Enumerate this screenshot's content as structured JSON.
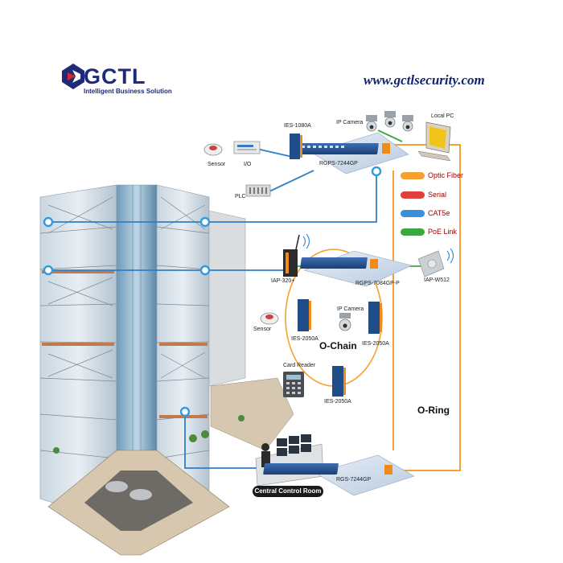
{
  "brand": {
    "name": "GCTL",
    "tagline": "Intelligent Business Solution",
    "url": "www.gctlsecurity.com",
    "colors": {
      "primary": "#1f2a78",
      "accent": "#d8262c"
    }
  },
  "devices": {
    "ies1080a": "IES-1080A",
    "rgps7244gp": "RGPS-7244GP",
    "ip_camera_top": "IP Camera",
    "local_pc": "Local  PC",
    "sensor_top": "Sensor",
    "io": "I/O",
    "plc": "PLC",
    "iap320": "IAP-320+",
    "rgps7084gpp": "RGPS-7084GP-P",
    "iapw512": "IAP-W512",
    "ip_camera_mid": "IP Camera",
    "sensor_mid": "Sensor",
    "ies2050a_left": "IES-2050A",
    "ies2050a_right": "IES-2050A",
    "card_reader": "Card Reader",
    "ies2050a_bottom": "IES-2050A",
    "rgs7244gp": "RGS-7244GP"
  },
  "topology": {
    "o_chain": "O-Chain",
    "o_ring": "O-Ring",
    "control_room": "Central Control Room"
  },
  "legend": [
    {
      "label": "Optic Fiber",
      "color": "#f5a030"
    },
    {
      "label": "Serial",
      "color": "#e0403a"
    },
    {
      "label": "CAT5e",
      "color": "#3a8fd8"
    },
    {
      "label": "PoE Link",
      "color": "#3aa840"
    }
  ],
  "link_colors": {
    "fiber": "#f5a030",
    "cat5e": "#2f7fc8",
    "poe": "#3aa840"
  }
}
